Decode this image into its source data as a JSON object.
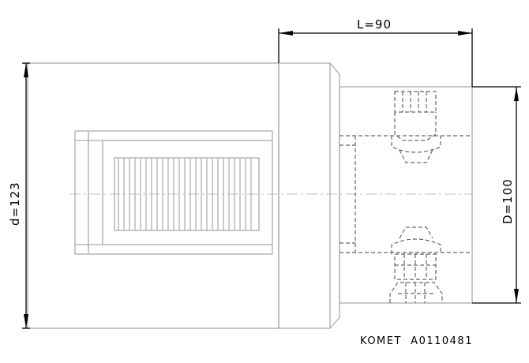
{
  "dimensions": {
    "length": "L=90",
    "diameter_left": "d=123",
    "diameter_right": "D=100"
  },
  "caption": "KOMET  A0110481",
  "colors": {
    "outline": "#ababab",
    "dimension": "#000000",
    "hidden_line": "#666666"
  }
}
